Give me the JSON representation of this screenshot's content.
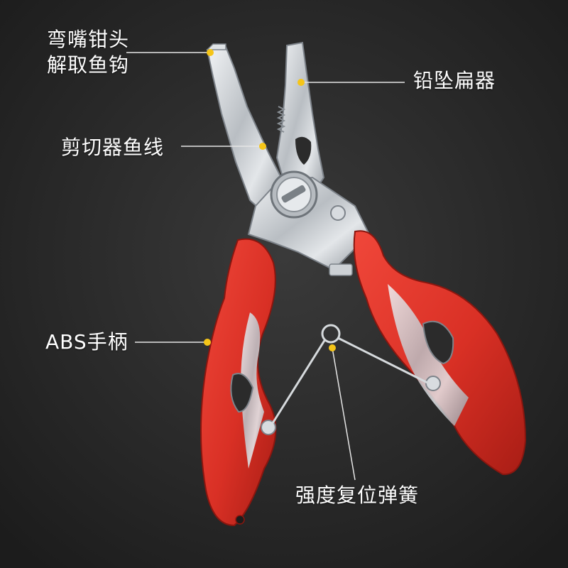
{
  "annotations": {
    "tip_line1": "弯嘴钳头",
    "tip_line2": "解取鱼钩",
    "sinker": "铅坠扁器",
    "cutter": "剪切器鱼线",
    "handle": "ABS手柄",
    "spring": "强度复位弹簧"
  },
  "colors": {
    "background": "#2a2a2a",
    "handle_red": "#d93025",
    "steel": "#c9cdd1",
    "marker_yellow": "#f5c518",
    "leader_line": "#e6e6e6"
  }
}
